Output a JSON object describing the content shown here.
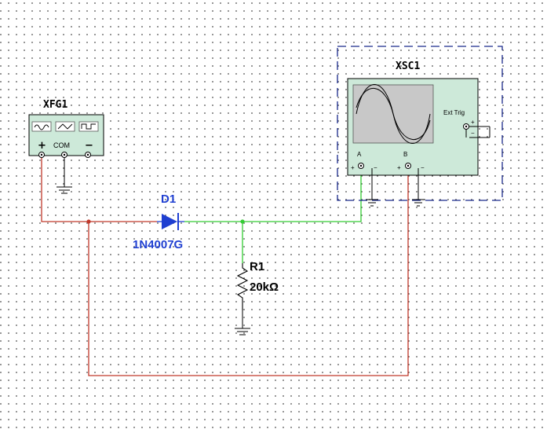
{
  "colors": {
    "wire_red": "#c0392b",
    "wire_green": "#33cc33",
    "part_blue": "#1f3fd1",
    "instrument_body": "#cde9d9",
    "screen": "#c8c8c8",
    "frame_dash": "#1a2a8c"
  },
  "function_generator": {
    "ref": "XFG1",
    "com_label": "COM",
    "plus": "+",
    "minus": "−",
    "icons": [
      "sine-wave-icon",
      "triangle-wave-icon",
      "square-wave-icon"
    ]
  },
  "diode": {
    "ref": "D1",
    "value": "1N4007G"
  },
  "resistor": {
    "ref": "R1",
    "value": "20kΩ"
  },
  "oscilloscope": {
    "ref": "XSC1",
    "ext_trig_label": "Ext Trig",
    "channel_a_label": "A",
    "channel_b_label": "B",
    "plus": "+",
    "minus": "−"
  }
}
